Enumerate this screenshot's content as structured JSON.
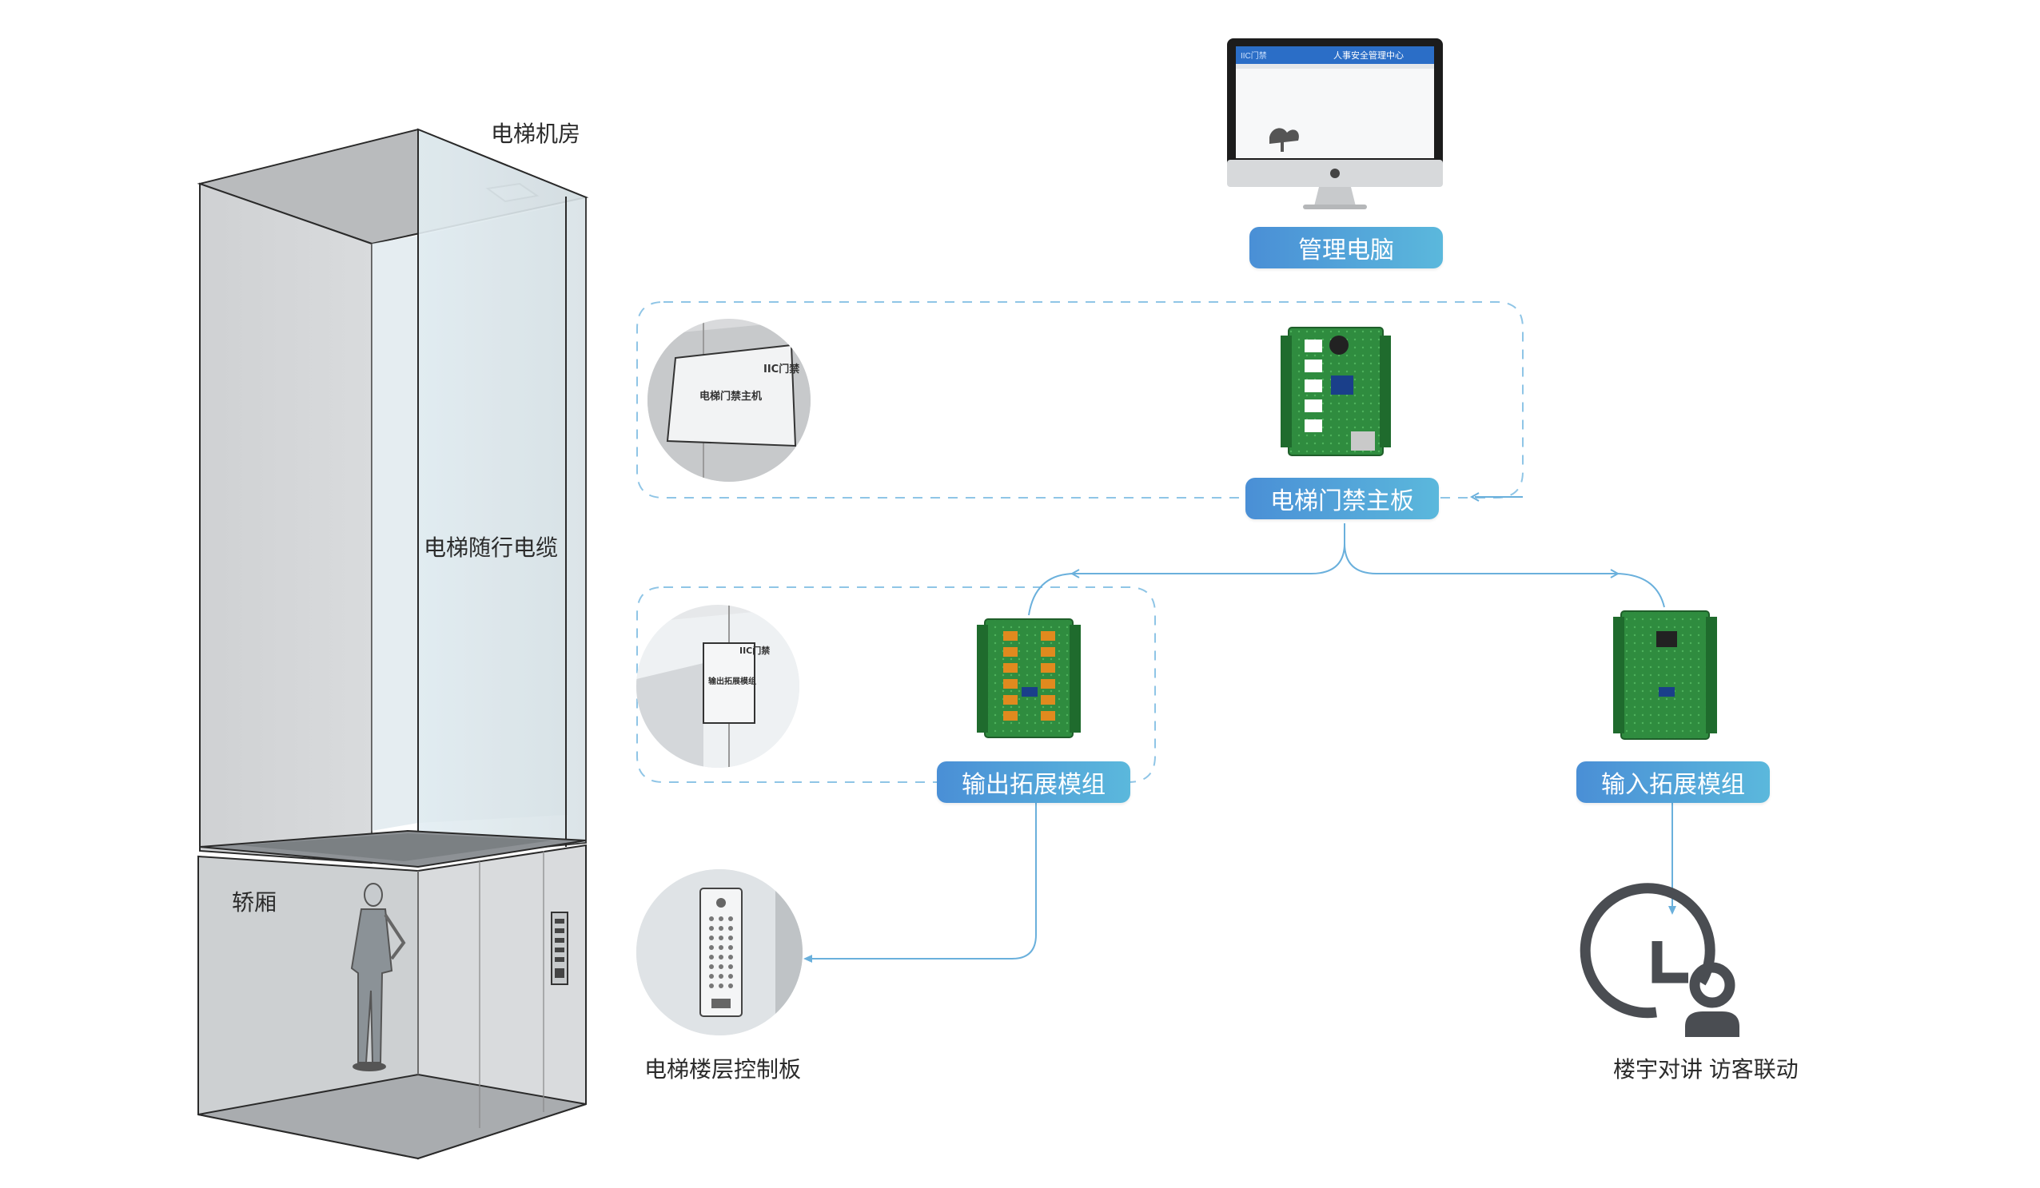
{
  "labels": {
    "machine_room": "电梯机房",
    "traveling_cable": "电梯随行电缆",
    "car": "轿厢",
    "floor_panel": "电梯楼层控制板",
    "intercom": "楼宇对讲 访客联动"
  },
  "buttons": {
    "management_pc": "管理电脑",
    "main_board": "电梯门禁主板",
    "output_module": "输出拓展模组",
    "input_module": "输入拓展模组"
  },
  "thumbnails": {
    "main": {
      "brand": "IIC门禁",
      "title": "电梯门禁主机"
    },
    "output": {
      "brand": "IIC门禁",
      "title": "输出拓展模组"
    }
  },
  "monitor": {
    "screen_title": "人事安全管理中心",
    "brand": "IIC门禁"
  },
  "colors": {
    "accent_start": "#4a8fd6",
    "accent_end": "#5bb8dc",
    "connector": "#6ab0dc",
    "pcb": "#2e8b3e"
  }
}
